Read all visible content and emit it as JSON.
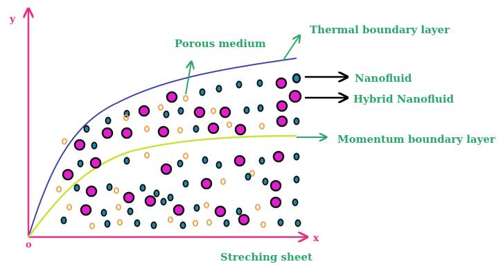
{
  "axes": {
    "y_label": "y",
    "x_label": "x",
    "origin_label": "o",
    "axis_color": "#e6317f"
  },
  "labels": {
    "porous_medium": "Porous medium",
    "thermal_boundary_layer": "Thermal boundary layer",
    "nanofluid": "Nanofluid",
    "hybrid_nanofluid": "Hybrid Nanofluid",
    "momentum_boundary_layer": "Momentum boundary layer",
    "stretching_sheet": "Streching sheet"
  },
  "colors": {
    "label_green": "#2aa86b",
    "thermal_curve": "#3f48a8",
    "momentum_curve": "#c9e33a",
    "particle_magenta": "#e21fcf",
    "particle_teal": "#1d8ba5",
    "particle_orange": "#f0a24a",
    "particle_outline": "#111111",
    "legend_arrow": "#000000"
  },
  "legend": [
    {
      "name": "nanofluid",
      "particle": "teal-nanoparticle"
    },
    {
      "name": "hybrid-nanofluid",
      "particle": "magenta-nanoparticle"
    }
  ]
}
